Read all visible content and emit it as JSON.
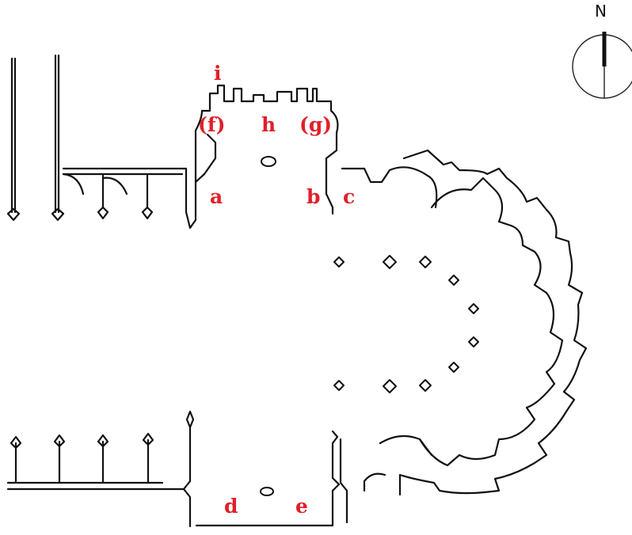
{
  "colors": {
    "label": "#e0202a",
    "line": "#111111"
  },
  "compass": {
    "north_label": "N",
    "icon": "compass-rose-icon"
  },
  "labels": {
    "a": "a",
    "b": "b",
    "c": "c",
    "d": "d",
    "e": "e",
    "f": "(f)",
    "g": "(g)",
    "h": "h",
    "i": "i"
  }
}
